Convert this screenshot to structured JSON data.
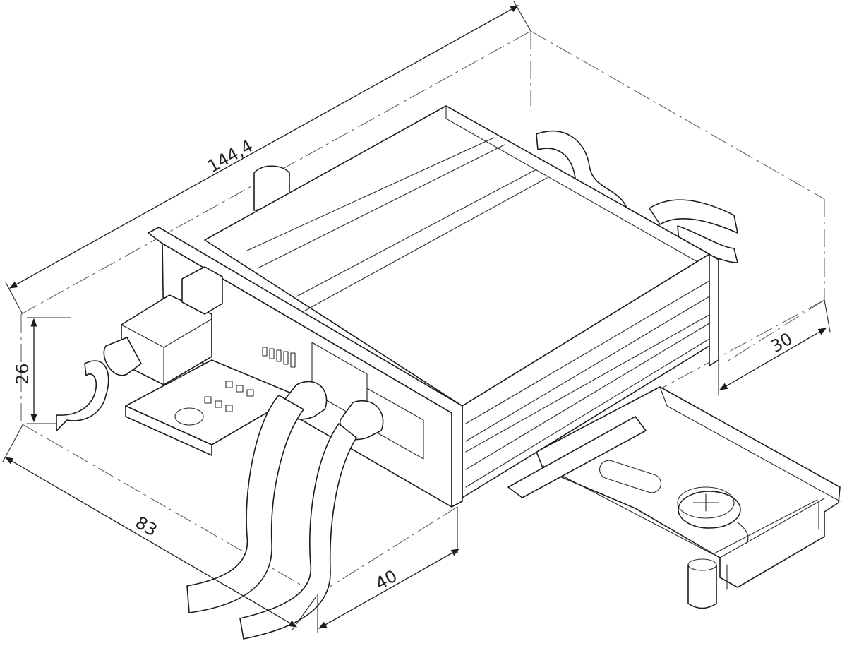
{
  "dimensions": {
    "length": "144,4",
    "height": "26",
    "width": "83",
    "depth": "30",
    "front": "40"
  }
}
